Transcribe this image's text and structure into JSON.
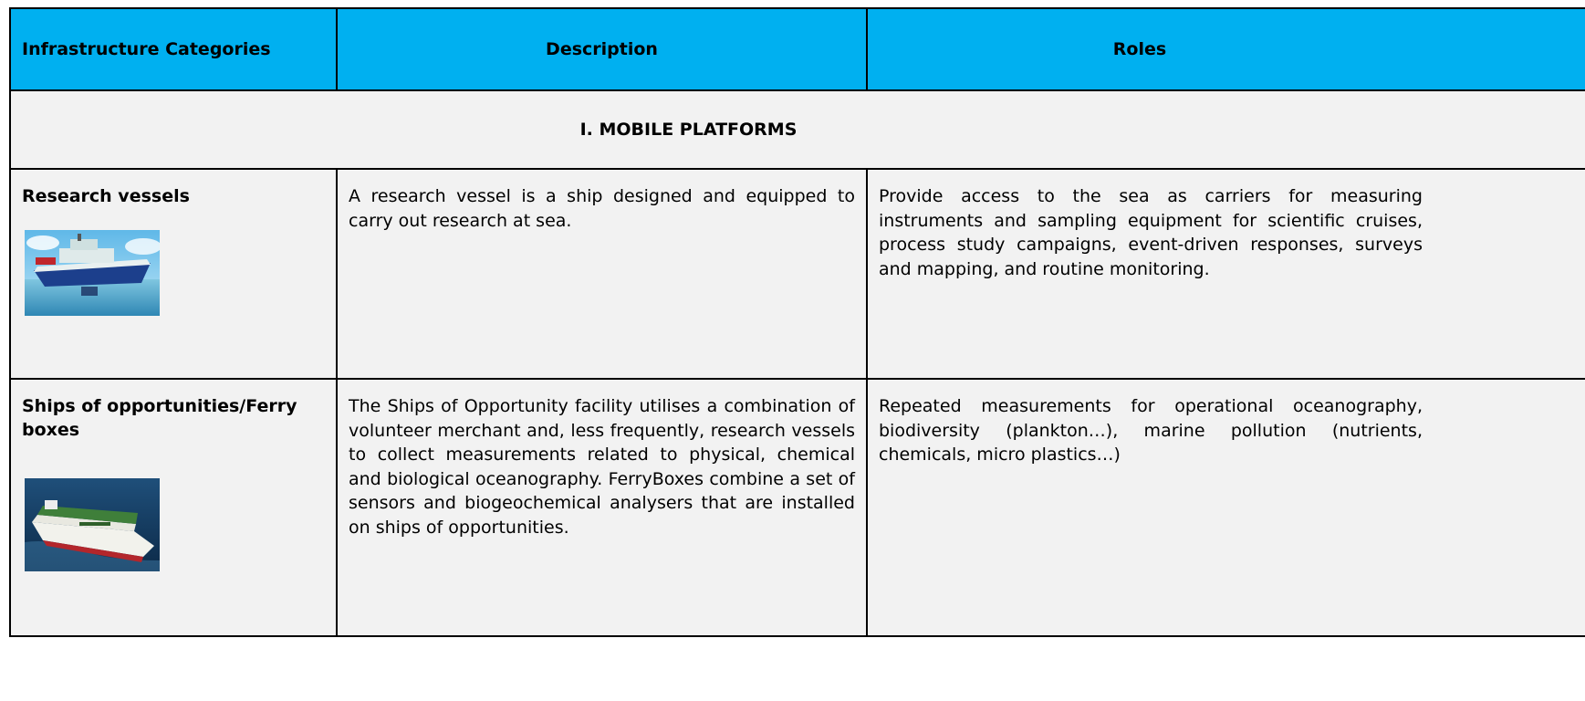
{
  "header": {
    "col1": "Infrastructure Categories",
    "col2": "Description",
    "col3": "Roles"
  },
  "section": {
    "title": "I. MOBILE PLATFORMS"
  },
  "rows": [
    {
      "category": "Research vessels",
      "image": "research-vessel-image",
      "description": "A research vessel is a ship designed and equipped to carry out research at sea.",
      "roles": "Provide access to the sea as carriers for measuring instruments and sampling equipment for scientific cruises, process study campaigns, event-driven responses, surveys and mapping, and routine monitoring."
    },
    {
      "category": "Ships of opportunities/Ferry boxes",
      "image": "ferry-ship-image",
      "description": "The Ships of Opportunity facility utilises a combination of volunteer merchant and, less frequently, research vessels to collect measurements related to physical, chemical and biological oceanography. FerryBoxes combine a set of sensors and biogeochemical analysers that are installed on ships of opportunities.",
      "roles": "Repeated measurements for operational oceanography, biodiversity (plankton…), marine pollution (nutrients, chemicals, micro plastics…)"
    }
  ],
  "colors": {
    "header_bg": "#00b0f0",
    "cell_bg": "#f2f2f2",
    "border": "#000000"
  }
}
